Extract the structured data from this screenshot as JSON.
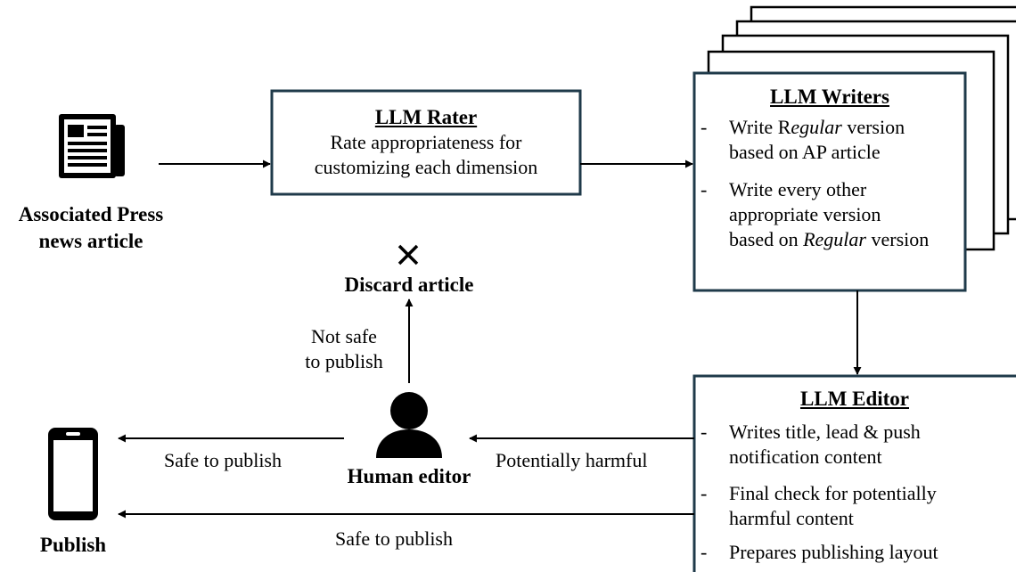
{
  "source": {
    "icon": "newspaper-icon",
    "label_line1": "Associated Press",
    "label_line2": "news article"
  },
  "rater": {
    "title": "LLM Rater",
    "line1": "Rate appropriateness for",
    "line2": "customizing each dimension"
  },
  "writers": {
    "title": "LLM Writers",
    "bullet1_line1_pre": "Write R",
    "bullet1_line1_em": "egular",
    "bullet1_line1_post": " version",
    "bullet1_line2": "based on AP article",
    "bullet2_line1": "Write every other",
    "bullet2_line2": "appropriate version",
    "bullet2_line3_pre": "based on ",
    "bullet2_line3_em": "Regular",
    "bullet2_line3_post": " version"
  },
  "editor": {
    "title": "LLM Editor",
    "bullet1_line1": "Writes title, lead & push",
    "bullet1_line2": "notification content",
    "bullet2_line1": "Final check for potentially",
    "bullet2_line2": "harmful content",
    "bullet3_line1": "Prepares publishing layout"
  },
  "human": {
    "icon": "person-icon",
    "label": "Human editor"
  },
  "discard": {
    "icon": "cross-icon",
    "label": "Discard article"
  },
  "publish": {
    "icon": "smartphone-icon",
    "label": "Publish"
  },
  "edges": {
    "not_safe_line1": "Not safe",
    "not_safe_line2": "to publish",
    "potentially_harmful": "Potentially harmful",
    "safe_human": "Safe to publish",
    "safe_editor": "Safe to publish"
  },
  "dash": "-"
}
